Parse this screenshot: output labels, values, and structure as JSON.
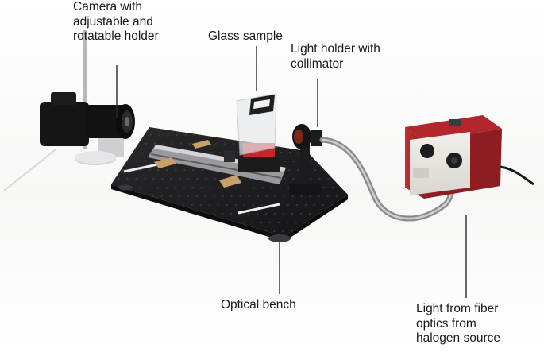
{
  "labels": {
    "camera": "Camera with\nadjustable and\nrotatable holder",
    "glass_sample": "Glass sample",
    "light_holder": "Light holder with\ncollimator",
    "optical_bench": "Optical bench",
    "fiber_source": "Light from fiber\noptics from\nhalogen source"
  },
  "colors": {
    "bench": "#1c1c1e",
    "camera_body": "#141414",
    "light_source_red": "#b3262b",
    "light_source_panel": "#e8e6e2",
    "fiber_metal": "#a8a8a8",
    "leader_line": "#2a2a2a"
  }
}
